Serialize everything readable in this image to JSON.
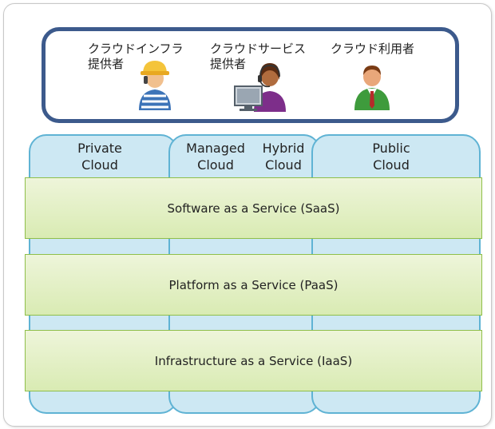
{
  "actors": [
    {
      "label": "クラウドインフラ\n提供者",
      "icon": "construction-worker-icon"
    },
    {
      "label": "クラウドサービス\n提供者",
      "icon": "support-operator-icon"
    },
    {
      "label": "クラウド利用者",
      "icon": "business-user-icon"
    }
  ],
  "clouds": [
    {
      "label": "Private\nCloud"
    },
    {
      "label": "Managed\nCloud"
    },
    {
      "label": "Hybrid\nCloud"
    },
    {
      "label": "Public\nCloud"
    }
  ],
  "layers": [
    {
      "label": "Software as a Service (SaaS)"
    },
    {
      "label": "Platform as a Service (PaaS)"
    },
    {
      "label": "Infrastructure as a Service (IaaS)"
    }
  ],
  "colors": {
    "actor_border": "#3c5a8c",
    "cloud_fill": "#cde8f3",
    "cloud_border": "#5fb3d4",
    "layer_fill": "#d9ebb3",
    "layer_border": "#8fbf4a"
  }
}
